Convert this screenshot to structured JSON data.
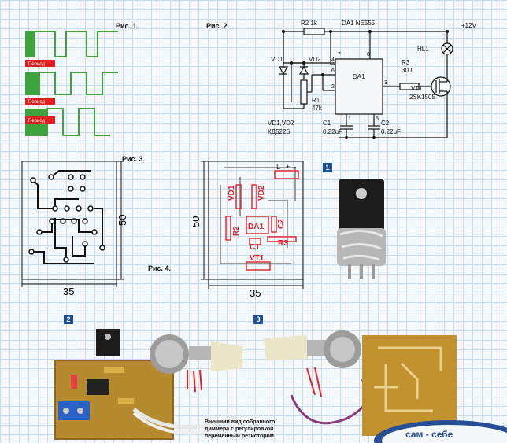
{
  "figures": {
    "fig1": "Рис. 1.",
    "fig2": "Рис. 2.",
    "fig3": "Рис. 3.",
    "fig4": "Рис. 4."
  },
  "waveform": {
    "period_label": "Период"
  },
  "schematic": {
    "supply": "+12V",
    "r2": "R2 1k",
    "ic": "DA1 NE555",
    "ic_body": "DA1",
    "r3": "R3",
    "r3_val": "300",
    "lamp": "HL1",
    "transistor": "VT1",
    "transistor_model": "2SK1505",
    "vd1": "VD1",
    "vd2": "VD2",
    "r1": "R1",
    "r1_val": "47k",
    "c1": "C1",
    "c2": "C2",
    "diodes": "VD1,VD2",
    "diode_model": "КД522Б",
    "c1_val": "0.22uF",
    "c2_val": "0.22uF",
    "pins": [
      "7",
      "8",
      "4",
      "6",
      "3",
      "2",
      "1",
      "5"
    ]
  },
  "pcb": {
    "width": "35",
    "height": "50",
    "components": [
      "VD1",
      "VD2",
      "R2",
      "DA1",
      "C2",
      "C1",
      "R3",
      "VT1",
      "L",
      "+",
      "-"
    ]
  },
  "photos": {
    "badge1": "1",
    "badge2": "2",
    "badge3": "3",
    "caption": "Внешний вид собранного диммера с регулировкой переменным резистором.",
    "stamp_text": "сам - себе"
  },
  "colors": {
    "grid": "#c9dceb",
    "waveform_green": "#3ea33a",
    "waveform_red": "#e02020",
    "pcb_label_red": "#e0202a",
    "badge_blue": "#1c4f9a"
  }
}
